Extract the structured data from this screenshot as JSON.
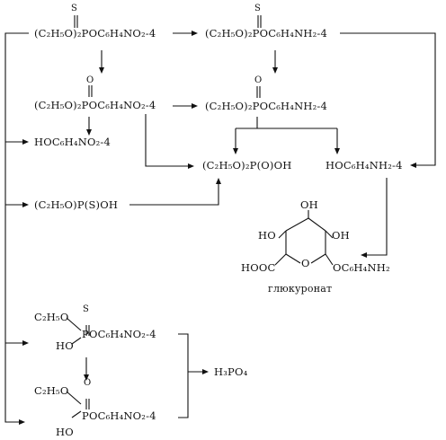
{
  "compounds": {
    "parathion": "(C₂H₅O)₂POC₆H₄NO₂-4",
    "parathion_S": "S",
    "aminoparathion": "(C₂H₅O)₂POC₆H₄NH₂-4",
    "aminoparathion_S": "S",
    "paraoxon": "(C₂H₅O)₂POC₆H₄NO₂-4",
    "paraoxon_O": "O",
    "aminoparaoxon": "(C₂H₅O)₂POC₆H₄NH₂-4",
    "aminoparaoxon_O": "O",
    "nitrophenol": "HOC₆H₄NO₂-4",
    "diethylphosphate": "(C₂H₅O)₂P(O)OH",
    "aminophenol": "HOC₆H₄NH₂-4",
    "thiophosphate": "(C₂H₅O)P(S)OH",
    "phosphoric_acid": "H₃PO₄"
  },
  "glucuronate": {
    "oh_top": "OH",
    "oh_left": "HO",
    "oh_right": "OH",
    "cooh": "HOOC",
    "ring_o": "O",
    "aglycone": "OC₆H₄NH₂",
    "caption": "глюкуронат"
  },
  "desethyl_thio": {
    "s": "S",
    "et": "C₂H₅O",
    "ho": "HO",
    "rest": "POC₆H₄NO₂-4"
  },
  "desethyl_oxo": {
    "o": "O",
    "et": "C₂H₅O",
    "ho": "HO",
    "rest": "POC₆H₄NO₂-4"
  }
}
